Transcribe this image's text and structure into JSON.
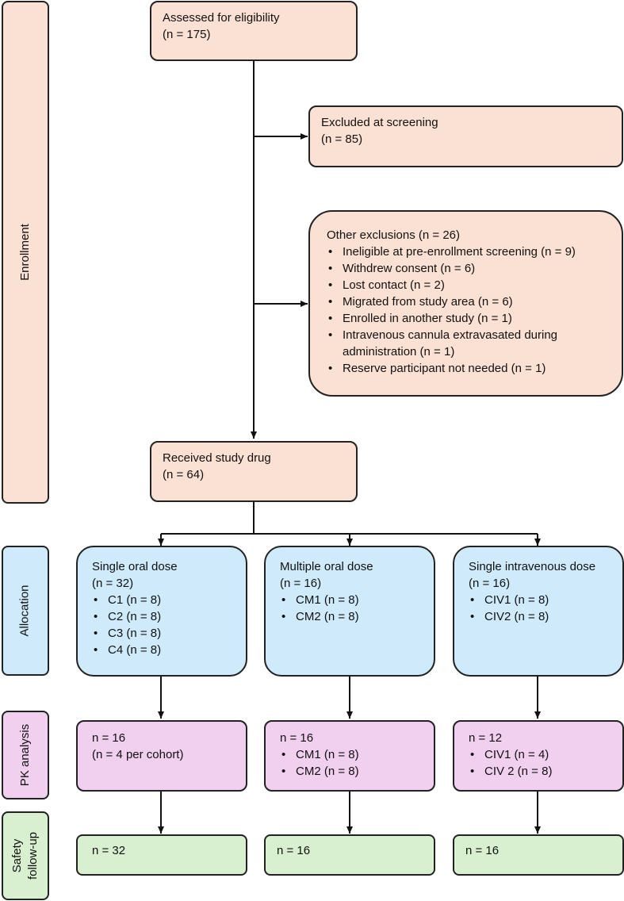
{
  "side_labels": {
    "enrollment": "Enrollment",
    "allocation": "Allocation",
    "pk": "PK analysis",
    "safety_line1": "Safety",
    "safety_line2": "follow-up"
  },
  "assessed": {
    "title": "Assessed for eligibility",
    "count": "(n = 175)"
  },
  "excluded": {
    "title": "Excluded at screening",
    "count": "(n = 85)"
  },
  "other": {
    "title": "Other exclusions (n = 26)",
    "items": [
      "Ineligible at pre-enrollment screening (n = 9)",
      "Withdrew consent (n = 6)",
      "Lost contact (n = 2)",
      "Migrated from study area (n = 6)",
      "Enrolled in another study (n = 1)",
      "Intravenous cannula extravasated during administration (n = 1)",
      "Reserve participant not needed (n = 1)"
    ]
  },
  "received": {
    "title": "Received study drug",
    "count": "(n = 64)"
  },
  "allocation": [
    {
      "title": "Single oral dose",
      "count": "(n = 32)",
      "items": [
        "C1 (n = 8)",
        "C2 (n = 8)",
        "C3 (n = 8)",
        "C4 (n = 8)"
      ]
    },
    {
      "title": "Multiple oral dose",
      "count": "(n = 16)",
      "items": [
        "CM1 (n = 8)",
        "CM2 (n = 8)"
      ]
    },
    {
      "title": "Single intravenous dose",
      "count": "(n = 16)",
      "items": [
        "CIV1 (n = 8)",
        "CIV2 (n = 8)"
      ]
    }
  ],
  "pk": [
    {
      "title": "n = 16",
      "sub": "(n = 4 per cohort)",
      "items": []
    },
    {
      "title": "n = 16",
      "sub": "",
      "items": [
        "CM1 (n = 8)",
        "CM2 (n = 8)"
      ]
    },
    {
      "title": "n = 12",
      "sub": "",
      "items": [
        "CIV1 (n = 4)",
        "CIV 2 (n = 8)"
      ]
    }
  ],
  "safety": [
    "n = 32",
    "n = 16",
    "n = 16"
  ],
  "colors": {
    "peach": "#fbe0d4",
    "blue": "#cfeafb",
    "pink": "#f1cfee",
    "green": "#d8efd0",
    "stroke": "#222222"
  }
}
